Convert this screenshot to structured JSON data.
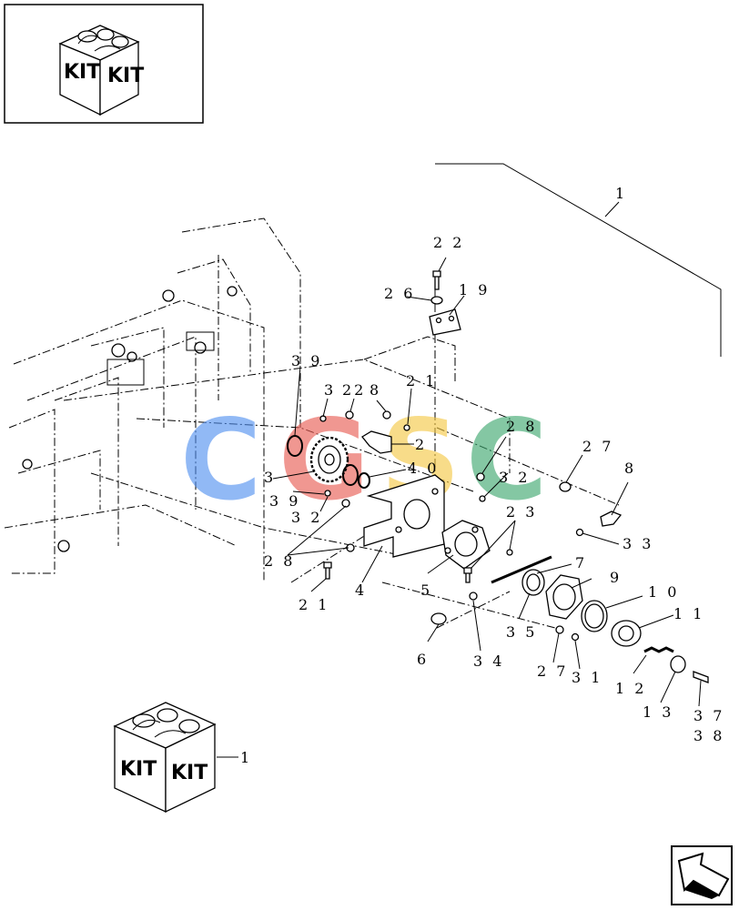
{
  "kit_badges": {
    "top": {
      "face_left": "KIT",
      "face_right": "KIT"
    },
    "bottom": {
      "face_left": "KIT",
      "face_right": "KIT",
      "callout": "1"
    }
  },
  "watermark": {
    "letters": [
      "C",
      "G",
      "S",
      "C"
    ],
    "colors": [
      "#4f8ff0",
      "#e8584f",
      "#f5c842",
      "#3aa56c"
    ]
  },
  "assembly_callout": "1",
  "callouts": {
    "c22_top": "2 2",
    "c26": "2 6",
    "c19": "1 9",
    "c39_a": "3 9",
    "c3_a": "3",
    "c22_b": "22",
    "c8_a": "8",
    "c21_a": "2 1",
    "c2": "2",
    "c3_b": "3",
    "c40": "4 0",
    "c39_b": "3 9",
    "c32_a": "3 2",
    "c28_a": "2 8",
    "c32_b": "3 2",
    "c27_a": "2 7",
    "c8_b": "8",
    "c23": "2 3",
    "c33": "3 3",
    "c28_b": "2 8",
    "c21_b": "2 1",
    "c4": "4",
    "c5": "5",
    "c7": "7",
    "c9": "9",
    "c10": "1 0",
    "c11": "1 1",
    "c35": "3 5",
    "c6": "6",
    "c34": "3 4",
    "c27_b": "2 7",
    "c31": "3 1",
    "c12": "1 2",
    "c13": "1 3",
    "c37": "3 7",
    "c38": "3 8"
  }
}
